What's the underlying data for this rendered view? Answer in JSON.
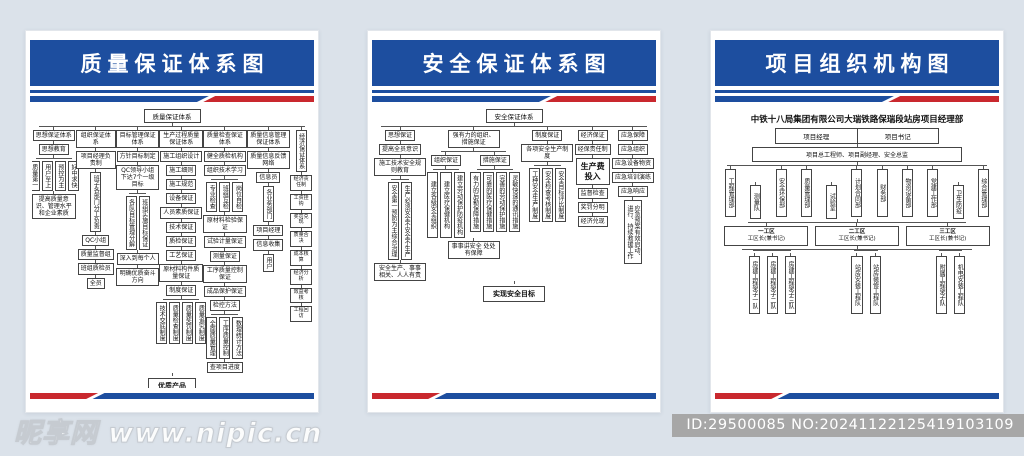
{
  "page": {
    "watermark": "昵享网 www.nipic.cn",
    "id_badge": "ID:29500085 NO:20241122125419103109"
  },
  "colors": {
    "header_blue": "#1d4e9f",
    "stripe_red": "#c9282e",
    "background": "#dbe2ea"
  },
  "panels": [
    {
      "title": "质量保证体系图",
      "root": "质量保证体系",
      "bottom": "优质产品",
      "cols": [
        {
          "head": "思想保证体系",
          "items": [
            {
              "k": "h",
              "t": "思想教育"
            },
            {
              "k": "grp",
              "boxes": [
                {
                  "k": "v",
                  "t": "质量第一"
                },
                {
                  "k": "v",
                  "t": "用户至上"
                },
                {
                  "k": "v",
                  "t": "预控为主"
                },
                {
                  "k": "v",
                  "t": "好中求快"
                }
              ]
            },
            {
              "k": "h2",
              "t": "提高质量意识、管理水平和企业素质"
            }
          ]
        },
        {
          "head": "组织保证体系",
          "items": [
            {
              "k": "h2",
              "t": "项目经理负责制"
            },
            {
              "k": "v",
              "t": "班子各部门分工负责"
            },
            {
              "k": "h",
              "t": "QC小组"
            },
            {
              "k": "h2",
              "t": "质量监督组"
            },
            {
              "k": "h2",
              "t": "班组质检员"
            },
            {
              "k": "h",
              "t": "全员"
            }
          ]
        },
        {
          "head": "目标管理保证体系",
          "items": [
            {
              "k": "h2",
              "t": "方针目标制定"
            },
            {
              "k": "h2",
              "t": "QC领导小组下达7个一级目标"
            },
            {
              "k": "grp",
              "boxes": [
                {
                  "k": "v",
                  "t": "各队目标管理分解"
                },
                {
                  "k": "v",
                  "t": "班组实施目标保证"
                }
              ]
            },
            {
              "k": "h2",
              "t": "深入到每个人"
            },
            {
              "k": "h2",
              "t": "明确优质奋斗方向"
            }
          ]
        },
        {
          "head": "生产过程质量保证体系",
          "items": [
            {
              "k": "h2",
              "t": "施工组织设计"
            },
            {
              "k": "h",
              "t": "施工细则"
            },
            {
              "k": "h",
              "t": "施工规范"
            },
            {
              "k": "h",
              "t": "设备保证"
            },
            {
              "k": "h2",
              "t": "人员素质保证"
            },
            {
              "k": "h",
              "t": "技术保证"
            },
            {
              "k": "h",
              "t": "质检保证"
            },
            {
              "k": "h",
              "t": "工艺保证"
            },
            {
              "k": "h2",
              "t": "原材料构件质量保证"
            },
            {
              "k": "h",
              "t": "制度保证"
            },
            {
              "k": "grp",
              "boxes": [
                {
                  "k": "v",
                  "t": "技术交底制度"
                },
                {
                  "k": "v",
                  "t": "质量检查制度"
                },
                {
                  "k": "v",
                  "t": "质量奖罚制度"
                },
                {
                  "k": "v",
                  "t": "质量追究制度"
                }
              ]
            }
          ]
        },
        {
          "head": "质量检查保证体系",
          "items": [
            {
              "k": "h2",
              "t": "健全质检机构"
            },
            {
              "k": "h2",
              "t": "组织技术学习"
            },
            {
              "k": "grp",
              "boxes": [
                {
                  "k": "v",
                  "t": "专业检查"
                },
                {
                  "k": "v",
                  "t": "班组互检"
                },
                {
                  "k": "v",
                  "t": "岗位自检"
                }
              ]
            },
            {
              "k": "h2",
              "t": "原材料检验保证"
            },
            {
              "k": "h2",
              "t": "试验计量保证"
            },
            {
              "k": "h",
              "t": "测量保证"
            },
            {
              "k": "h2",
              "t": "工序质量控制保证"
            },
            {
              "k": "h2",
              "t": "成品保护保证"
            },
            {
              "k": "h",
              "t": "检控方法"
            },
            {
              "k": "grp",
              "boxes": [
                {
                  "k": "v",
                  "t": "全面质量管理"
                },
                {
                  "k": "v",
                  "t": "工序质量控制"
                },
                {
                  "k": "v",
                  "t": "数理统计方法"
                }
              ]
            },
            {
              "k": "h2",
              "t": "查项目进度"
            }
          ]
        },
        {
          "head": "质量信息管理保证体系",
          "items": [
            {
              "k": "h2",
              "t": "质量信息反馈网络"
            },
            {
              "k": "h",
              "t": "信息员"
            },
            {
              "k": "v",
              "t": "各业务部门"
            },
            {
              "k": "h2",
              "t": "项目经理"
            },
            {
              "k": "h2",
              "t": "信息收集"
            },
            {
              "k": "v",
              "t": "用户"
            }
          ]
        },
        {
          "head": "经济保证体系",
          "hk": "v",
          "items": [
            {
              "k": "h3",
              "t": "经济责任制"
            },
            {
              "k": "h3",
              "t": "工资挂钩"
            },
            {
              "k": "h3",
              "t": "奖罚兑现"
            },
            {
              "k": "h3",
              "t": "质量否决"
            },
            {
              "k": "h3",
              "t": "成本核算"
            },
            {
              "k": "h3",
              "t": "经济分析"
            },
            {
              "k": "h3",
              "t": "效益考核"
            },
            {
              "k": "h3",
              "t": "工程回访"
            }
          ]
        }
      ]
    },
    {
      "title": "安全保证体系图",
      "root": "安全保证体系",
      "bottom": "实现安全目标",
      "cols": [
        {
          "head": "思想保证",
          "items": [
            {
              "k": "h2",
              "t": "提高全员意识"
            },
            {
              "k": "h2",
              "t": "施工技术安全规则教育"
            },
            {
              "k": "grp",
              "boxes": [
                {
                  "k": "v",
                  "t": "安全第一预防为主综合治理"
                },
                {
                  "k": "v",
                  "t": "生产必须安全不安全不生产"
                }
              ]
            },
            {
              "k": "h2",
              "t": "安全生产、事事相关、人人有责"
            }
          ]
        },
        {
          "head": "强有力的组织、措施保证",
          "items": [
            {
              "k": "branch",
              "cols": [
                {
                  "head": "组织保证",
                  "items": [
                    {
                      "k": "grp",
                      "boxes": [
                        {
                          "k": "v",
                          "t": "建立各级安全组织"
                        },
                        {
                          "k": "v",
                          "t": "建立医疗保健机构"
                        },
                        {
                          "k": "v",
                          "t": "建立劳动保护防疫机构"
                        }
                      ]
                    }
                  ]
                },
                {
                  "head": "措施保证",
                  "items": [
                    {
                      "k": "grp",
                      "boxes": [
                        {
                          "k": "v",
                          "t": "有力的后勤保障措施"
                        },
                        {
                          "k": "v",
                          "t": "可靠的医疗保健措施"
                        },
                        {
                          "k": "v",
                          "t": "完善的劳动保护措施"
                        },
                        {
                          "k": "v",
                          "t": "灵敏快速的通讯措施"
                        }
                      ]
                    }
                  ]
                }
              ]
            },
            {
              "k": "h2",
              "t": "事事讲安全 处处有保障"
            }
          ]
        },
        {
          "head": "制度保证",
          "items": [
            {
              "k": "h2",
              "t": "各项安全生产制度"
            },
            {
              "k": "grp",
              "boxes": [
                {
                  "k": "v",
                  "t": "工种安全生产制度"
                },
                {
                  "k": "v",
                  "t": "安全检查考核制度"
                },
                {
                  "k": "v",
                  "t": "安全目标评比制度"
                }
              ]
            }
          ]
        },
        {
          "head": "经济保证",
          "items": [
            {
              "k": "h2",
              "t": "经保责任制"
            },
            {
              "k": "big",
              "t": "生产费投入"
            },
            {
              "k": "h",
              "t": "监督检查"
            },
            {
              "k": "h",
              "t": "奖罚分明"
            },
            {
              "k": "h",
              "t": "经济兑现"
            }
          ]
        },
        {
          "head": "应急保障",
          "items": [
            {
              "k": "h2",
              "t": "应急组织"
            },
            {
              "k": "h2",
              "t": "应急设备物资"
            },
            {
              "k": "h2",
              "t": "应急培训演练"
            },
            {
              "k": "h2",
              "t": "应急响应"
            },
            {
              "k": "vw",
              "t": "应急预案有效启动、进行、持续救援工作"
            }
          ]
        }
      ]
    },
    {
      "title": "项目组织机构图",
      "subtitle": "中铁十八局集团有限公司大瑞铁路保瑞段站房项目经理部",
      "top_pair": [
        "项目经理",
        "项目书记"
      ],
      "deputy": "项目总工程师、项目副经理、安全总监",
      "depts": [
        {
          "t": "工程管理部"
        },
        {
          "t": "测量队",
          "low": true
        },
        {
          "t": "安全环保部"
        },
        {
          "t": "质量管理部"
        },
        {
          "t": "试验室",
          "low": true
        },
        {
          "t": "计划合同部"
        },
        {
          "t": "财务部"
        },
        {
          "t": "物资设备部"
        },
        {
          "t": "党建工作部"
        },
        {
          "t": "卫生防疫",
          "low": true
        },
        {
          "t": "综合管理部"
        }
      ],
      "zones": [
        "一工区|工区长(兼书记)",
        "二工区|工区长(兼书记)",
        "三工区|工区长(兼书记)"
      ],
      "team_groups": [
        [
          "房建工程架子一队",
          "房建工程架子二队",
          "房建工程架子三队"
        ],
        [
          "站房安装工程队",
          "站房装修工程队"
        ],
        [
          "附属工程架子队",
          "机电安装工程队"
        ]
      ]
    }
  ]
}
